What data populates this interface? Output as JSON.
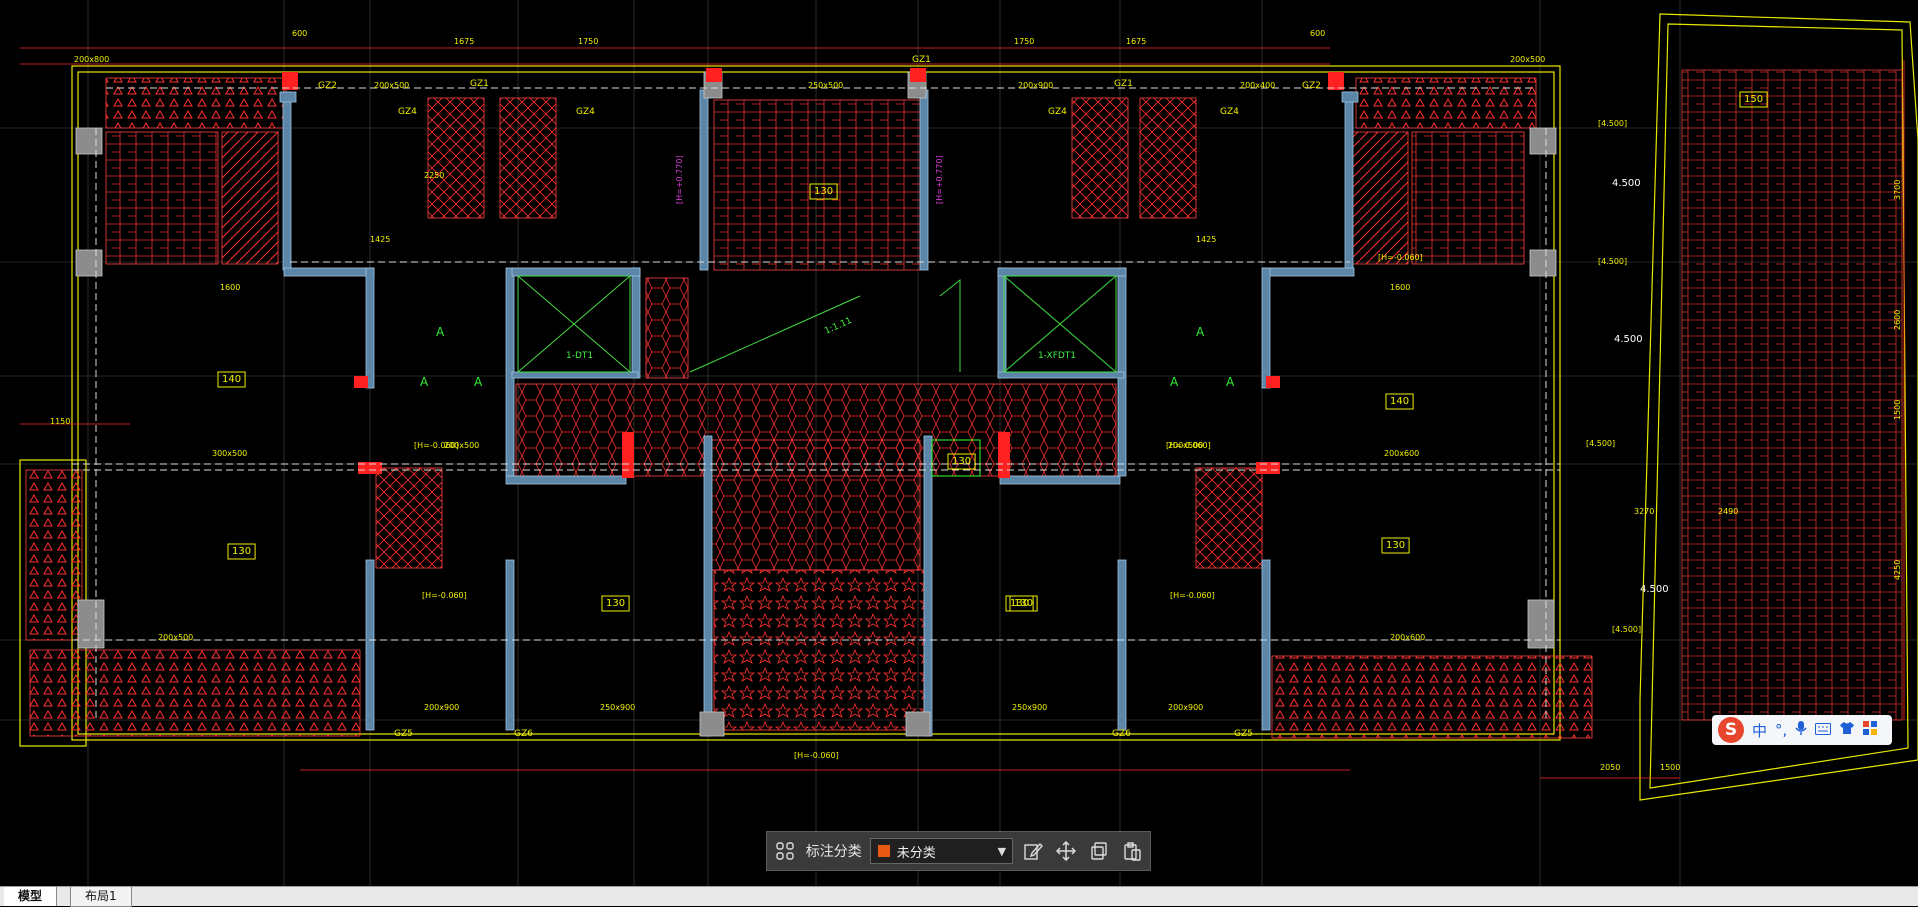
{
  "drawing": {
    "room_tags": [
      "140",
      "140",
      "130",
      "130",
      "130",
      "130",
      "130",
      "130",
      "150",
      "130"
    ],
    "wall_labels": [
      "GZ2",
      "GZ1",
      "GZ4",
      "GZ4",
      "GZ1",
      "GZ1",
      "GZ4",
      "GZ4",
      "GZ2",
      "GZ5",
      "GZ6",
      "GZ6",
      "GZ5"
    ],
    "beam_labels": [
      "200x800",
      "200x500",
      "200x500",
      "200x400",
      "250x500",
      "200x900",
      "200x900",
      "250x900",
      "250x900",
      "200x900",
      "300x500",
      "200x600",
      "200x500",
      "200x600",
      "200x500",
      "200x500"
    ],
    "level_labels": [
      "[H=-0.060]",
      "[H=-0.060]",
      "[H=-0.060]",
      "[H=-0.060]",
      "[H=-0.060]",
      "[H=+0.770]",
      "[H=-0.060]",
      "[H=+0.770]",
      "[4.500]",
      "[4.500]",
      "[4.500]",
      "[4.500]"
    ],
    "elevation_marks": [
      "4.500",
      "4.500",
      "4.500"
    ],
    "stair_labels": [
      "1-DT1",
      "1-XFDT1"
    ],
    "dim_labels": [
      "600",
      "1675",
      "1750",
      "1750",
      "1675",
      "600",
      "2250",
      "1425",
      "1425",
      "1600",
      "1600",
      "1150",
      "3270",
      "2490",
      "2050",
      "1500",
      "3700",
      "2600",
      "1500",
      "4250"
    ],
    "section_marks": [
      "A",
      "A",
      "A",
      "A",
      "A",
      "A"
    ],
    "ramp_label": "1:1.11"
  },
  "toolbar": {
    "grid_icon": "grid-icon",
    "label": "标注分类",
    "select_value": "未分类",
    "select_color": "#e85a14",
    "actions": [
      "edit-icon",
      "move-icon",
      "copy-icon",
      "paste-icon"
    ]
  },
  "ime": {
    "logo": "S",
    "items": [
      "中",
      "°,",
      "mic",
      "keyboard",
      "shirt",
      "grid"
    ]
  },
  "tabs": {
    "model": "模型",
    "layout1": "布局1"
  }
}
